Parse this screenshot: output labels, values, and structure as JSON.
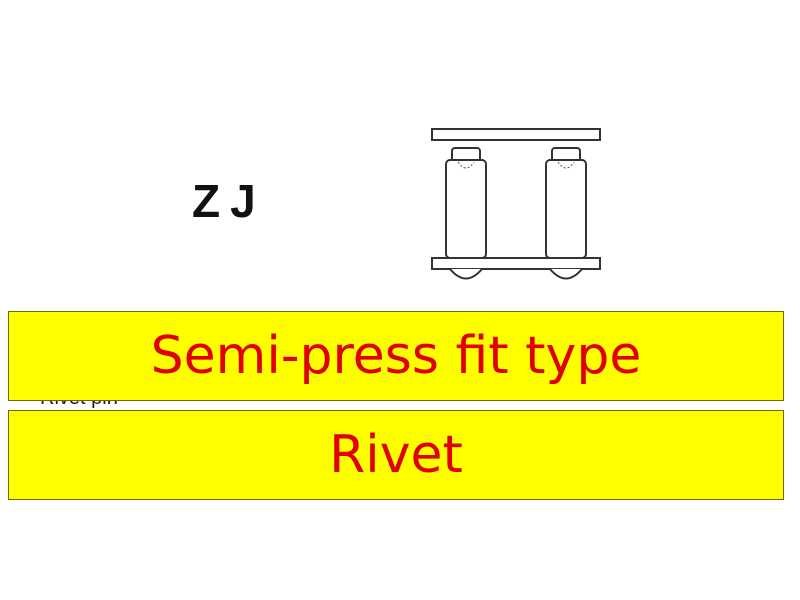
{
  "code": "ZJ",
  "partial_caption": "Rivet pin",
  "bands": {
    "fit_type": "Semi-press fit type",
    "method": "Rivet"
  },
  "colors": {
    "band_fill": "#ffff00",
    "band_text": "#e00000",
    "line": "#333333"
  }
}
